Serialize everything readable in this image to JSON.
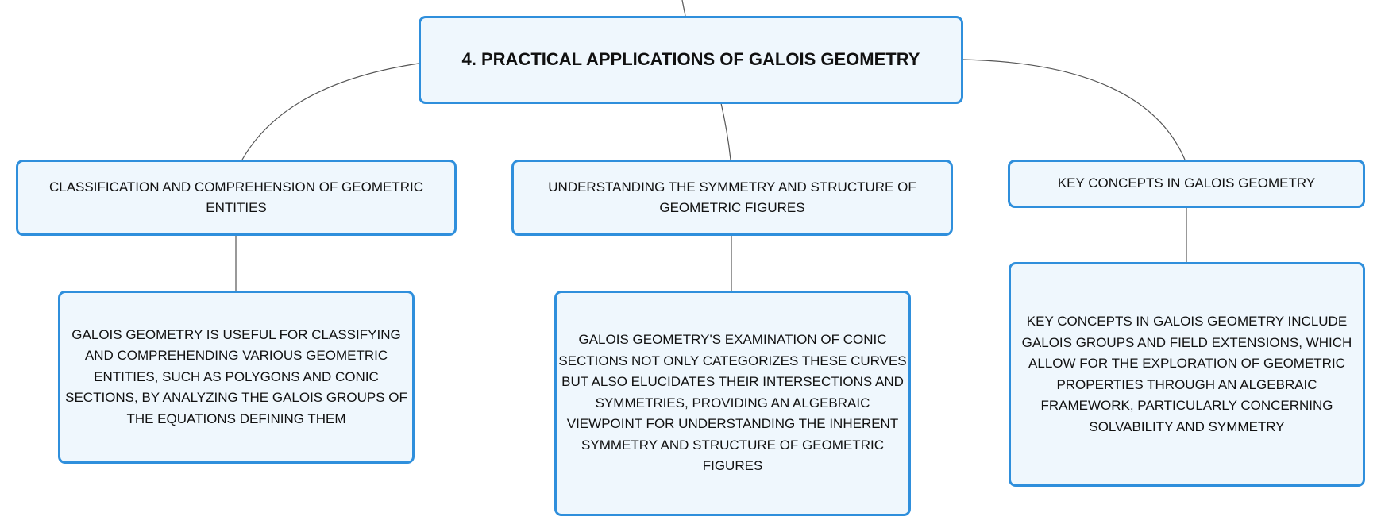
{
  "root": {
    "title": "4. PRACTICAL APPLICATIONS OF GALOIS GEOMETRY"
  },
  "branches": [
    {
      "title_lines": [
        "CLASSIFICATION AND COMPREHENSION OF GEOMETRIC",
        "ENTITIES"
      ],
      "detail_lines": [
        "GALOIS GEOMETRY IS USEFUL FOR CLASSIFYING",
        "AND COMPREHENDING VARIOUS GEOMETRIC",
        "ENTITIES, SUCH AS POLYGONS AND CONIC",
        "SECTIONS, BY ANALYZING THE GALOIS GROUPS OF",
        "THE EQUATIONS DEFINING THEM"
      ]
    },
    {
      "title_lines": [
        "UNDERSTANDING THE SYMMETRY AND STRUCTURE OF",
        "GEOMETRIC FIGURES"
      ],
      "detail_lines": [
        "GALOIS GEOMETRY'S EXAMINATION OF CONIC",
        "SECTIONS NOT ONLY CATEGORIZES THESE CURVES",
        "BUT ALSO ELUCIDATES THEIR INTERSECTIONS AND",
        "SYMMETRIES, PROVIDING AN ALGEBRAIC",
        "VIEWPOINT FOR UNDERSTANDING THE INHERENT",
        "SYMMETRY AND STRUCTURE OF GEOMETRIC",
        "FIGURES"
      ]
    },
    {
      "title_lines": [
        "KEY CONCEPTS IN GALOIS GEOMETRY"
      ],
      "detail_lines": [
        "KEY CONCEPTS IN GALOIS GEOMETRY INCLUDE",
        "GALOIS GROUPS AND FIELD EXTENSIONS, WHICH",
        "ALLOW FOR THE EXPLORATION OF GEOMETRIC",
        "PROPERTIES THROUGH AN ALGEBRAIC",
        "FRAMEWORK, PARTICULARLY CONCERNING",
        "SOLVABILITY AND SYMMETRY"
      ]
    }
  ],
  "colors": {
    "border": "#2f8fdc",
    "fill": "#eff7fd",
    "connector": "#555555"
  }
}
